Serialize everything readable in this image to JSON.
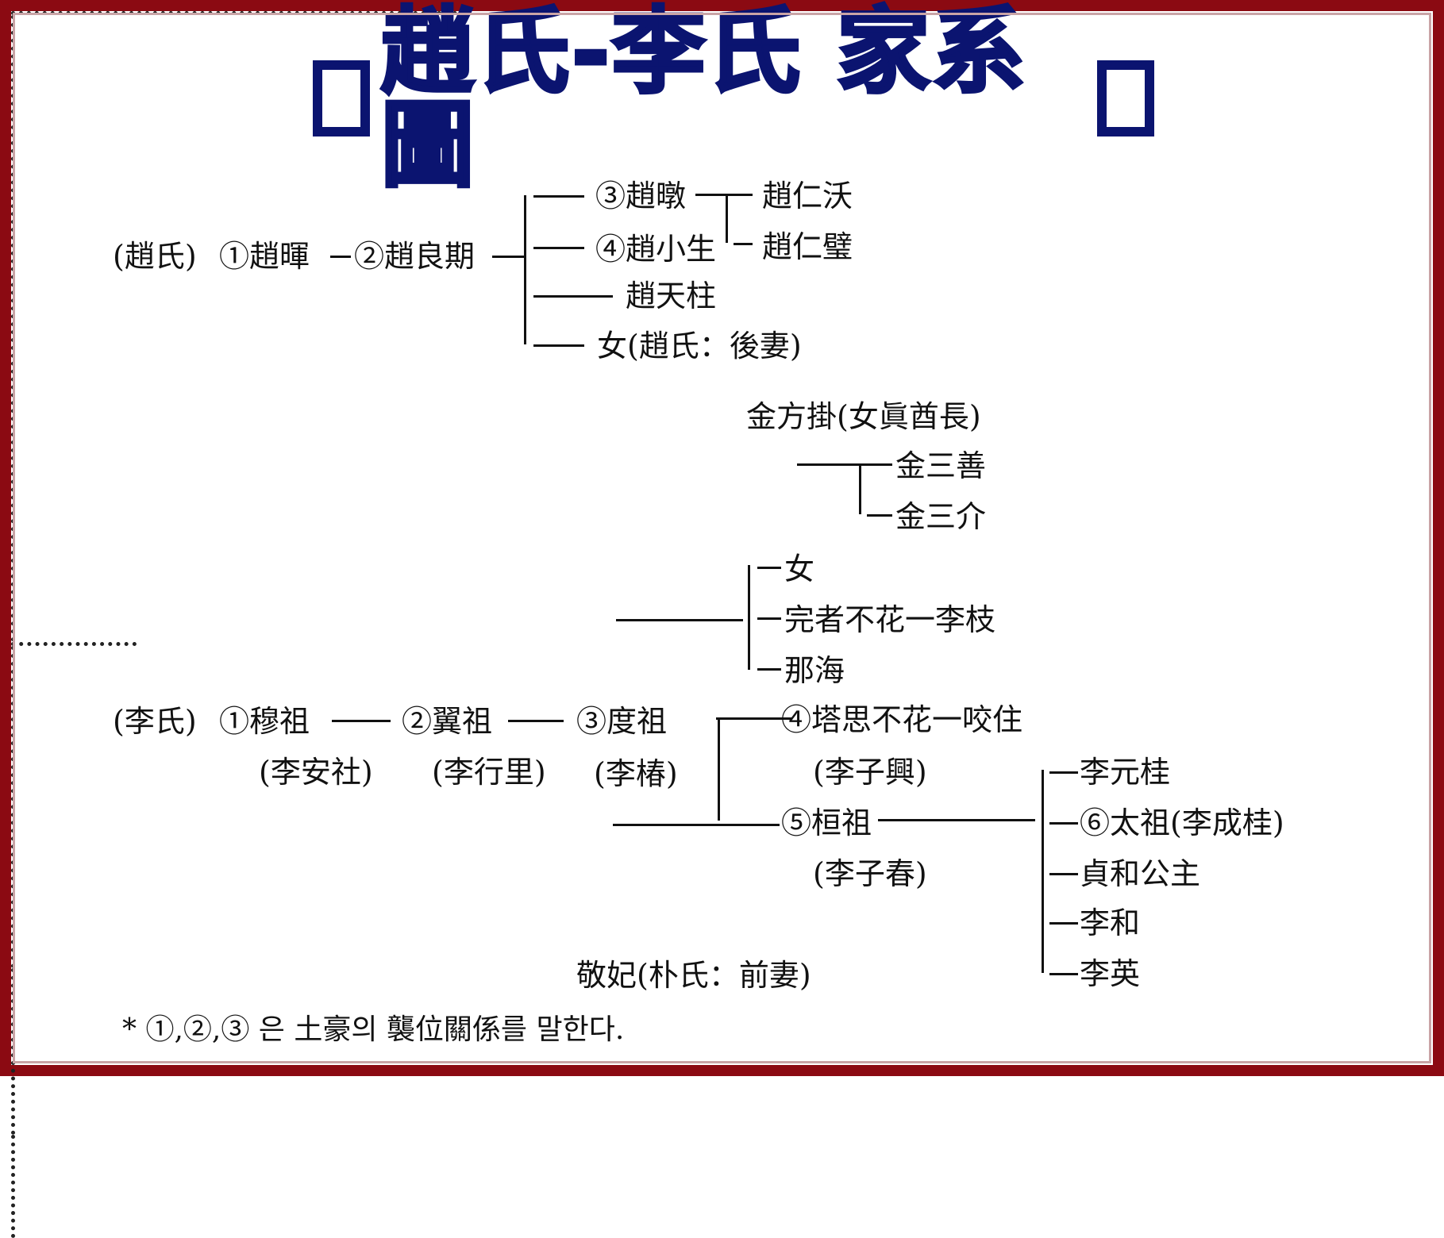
{
  "title": "趙氏-李氏 家系圖",
  "jo": {
    "clan": "(趙氏)",
    "p1": "①趙暉",
    "p2": "②趙良期",
    "p3": "③趙暾",
    "p4": "④趙小生",
    "tianzhu": "趙天柱",
    "daughter": "女(趙氏：後妻)",
    "inwok": "趙仁沃",
    "inbyeok": "趙仁璧"
  },
  "kim": {
    "bangae": "金方掛(女眞酋長)",
    "samseon": "金三善",
    "samgae": "金三介",
    "daughter": "女",
    "wanja": "完者不花一李枝",
    "nahae": "那海"
  },
  "yi": {
    "clan": "(李氏)",
    "p1": "①穆祖",
    "p1_name": "(李安社)",
    "p2": "②翼祖",
    "p2_name": "(李行里)",
    "p3": "③度祖",
    "p3_name": "(李椿)",
    "p4": "④塔思不花一咬住",
    "p4_name": "(李子興)",
    "p5": "⑤桓祖",
    "p5_name": "(李子春)",
    "wongye": "李元桂",
    "taejo": "⑥太祖(李成桂)",
    "jeonghwa": "貞和公主",
    "yihwa": "李和",
    "yiyoung": "李英",
    "gyeongbi": "敬妃(朴氏：前妻)"
  },
  "footnote": "* ①,②,③ 은 土豪의 襲位關係를 말한다."
}
